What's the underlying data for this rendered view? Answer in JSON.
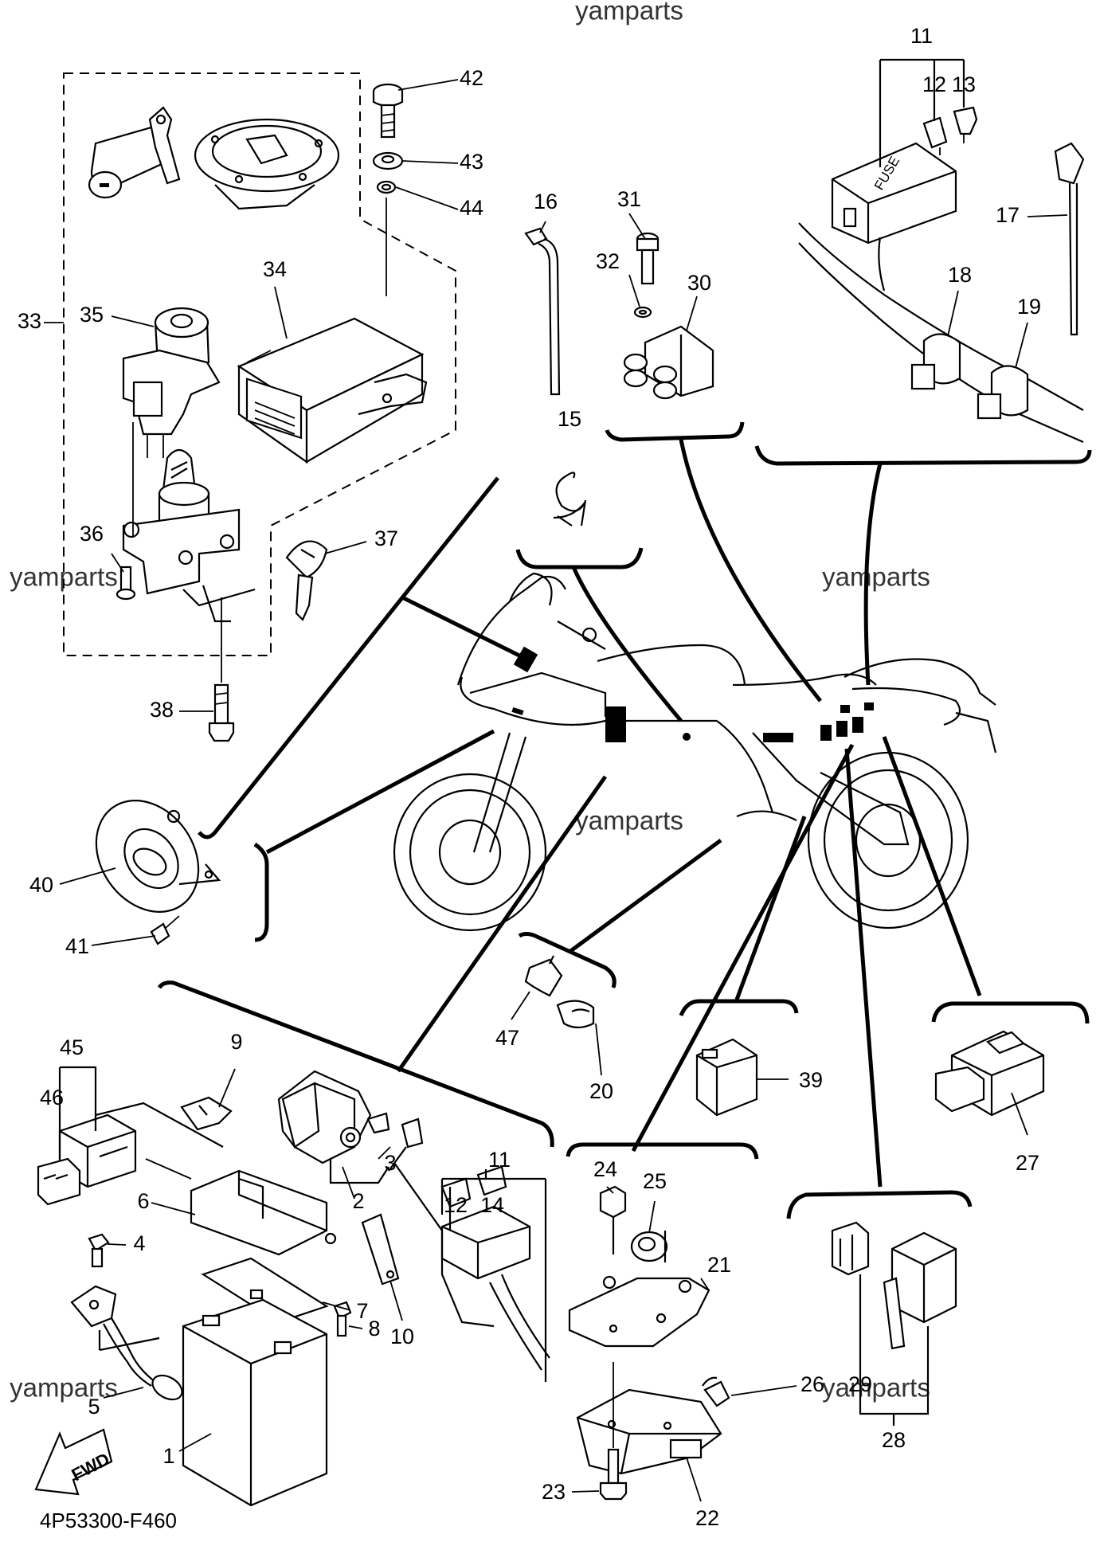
{
  "watermark": "yamparts",
  "diagram_code": "4P53300-F460",
  "direction_label": "FWD",
  "fuse_box_label": "FUSE",
  "callouts": [
    {
      "id": "11a",
      "label": "11"
    },
    {
      "id": "12a",
      "label": "12"
    },
    {
      "id": "13",
      "label": "13"
    },
    {
      "id": "42",
      "label": "42"
    },
    {
      "id": "43",
      "label": "43"
    },
    {
      "id": "44",
      "label": "44"
    },
    {
      "id": "16",
      "label": "16"
    },
    {
      "id": "31",
      "label": "31"
    },
    {
      "id": "32",
      "label": "32"
    },
    {
      "id": "30",
      "label": "30"
    },
    {
      "id": "17",
      "label": "17"
    },
    {
      "id": "18",
      "label": "18"
    },
    {
      "id": "19",
      "label": "19"
    },
    {
      "id": "33",
      "label": "33"
    },
    {
      "id": "35",
      "label": "35"
    },
    {
      "id": "34",
      "label": "34"
    },
    {
      "id": "15",
      "label": "15"
    },
    {
      "id": "36",
      "label": "36"
    },
    {
      "id": "37",
      "label": "37"
    },
    {
      "id": "38",
      "label": "38"
    },
    {
      "id": "40",
      "label": "40"
    },
    {
      "id": "41",
      "label": "41"
    },
    {
      "id": "47",
      "label": "47"
    },
    {
      "id": "20",
      "label": "20"
    },
    {
      "id": "39",
      "label": "39"
    },
    {
      "id": "27",
      "label": "27"
    },
    {
      "id": "45",
      "label": "45"
    },
    {
      "id": "9",
      "label": "9"
    },
    {
      "id": "46",
      "label": "46"
    },
    {
      "id": "3",
      "label": "3"
    },
    {
      "id": "2",
      "label": "2"
    },
    {
      "id": "6",
      "label": "6"
    },
    {
      "id": "11b",
      "label": "11"
    },
    {
      "id": "12b",
      "label": "12"
    },
    {
      "id": "14",
      "label": "14"
    },
    {
      "id": "24",
      "label": "24"
    },
    {
      "id": "25",
      "label": "25"
    },
    {
      "id": "21",
      "label": "21"
    },
    {
      "id": "4",
      "label": "4"
    },
    {
      "id": "7",
      "label": "7"
    },
    {
      "id": "10",
      "label": "10"
    },
    {
      "id": "8",
      "label": "8"
    },
    {
      "id": "26",
      "label": "26"
    },
    {
      "id": "29",
      "label": "29"
    },
    {
      "id": "28",
      "label": "28"
    },
    {
      "id": "5",
      "label": "5"
    },
    {
      "id": "1",
      "label": "1"
    },
    {
      "id": "23",
      "label": "23"
    },
    {
      "id": "22",
      "label": "22"
    }
  ]
}
